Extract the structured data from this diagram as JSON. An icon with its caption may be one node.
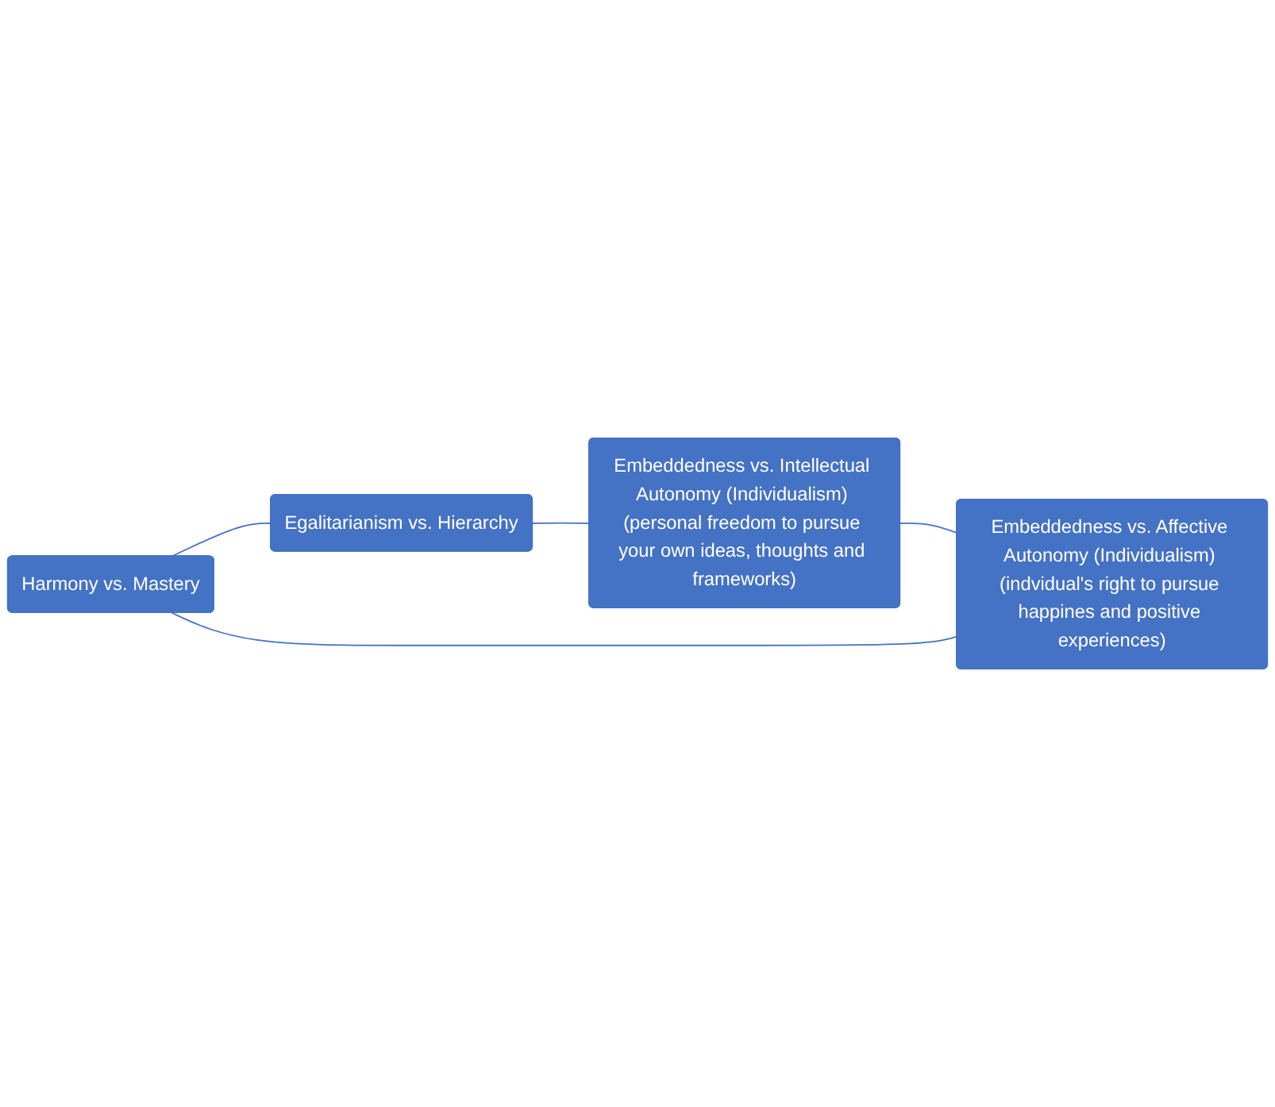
{
  "diagram": {
    "nodes": [
      {
        "text": [
          "Harmony vs. Mastery"
        ]
      },
      {
        "text": [
          "Embeddedness vs. Affective Autonomy (Individualism) (indvidual's right to pursue happines and positive experiences)"
        ]
      },
      {
        "text": [
          "Egalitarianism vs. Hierarchy"
        ]
      },
      {
        "text": [
          "Embeddedness vs. Intellectual Autonomy (Individualism) (personal freedom to pursue your own ideas, thoughts and frameworks)"
        ]
      }
    ],
    "edges": [
      {
        "from": 0,
        "to": 2,
        "arrow": "none"
      },
      {
        "from": 2,
        "to": 3,
        "arrow": "none"
      },
      {
        "from": 3,
        "to": 1,
        "arrow": "none"
      },
      {
        "from": 1,
        "to": 0,
        "arrow": "none"
      }
    ]
  }
}
